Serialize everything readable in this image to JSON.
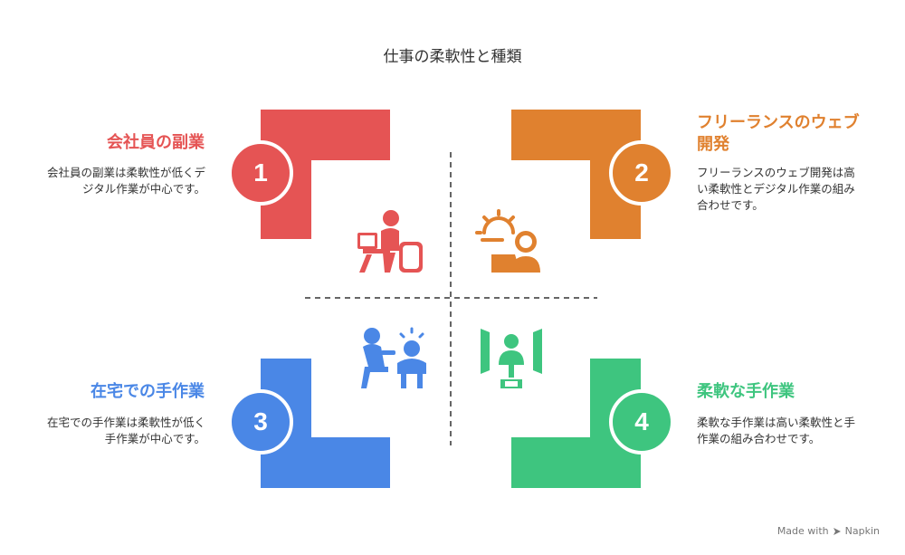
{
  "title": "仕事の柔軟性と種類",
  "colors": {
    "red": "#e55454",
    "orange": "#e0812f",
    "blue": "#4a87e6",
    "green": "#3ec57f"
  },
  "quadrants": [
    {
      "number": "1",
      "heading": "会社員の副業",
      "description": "会社員の副業は柔軟性が低くデジタル作業が中心です。",
      "icon": "desk-worker-icon"
    },
    {
      "number": "2",
      "heading": "フリーランスのウェブ開発",
      "description": "フリーランスのウェブ開発は高い柔軟性とデジタル作業の組み合わせです。",
      "icon": "outdoor-laptop-icon"
    },
    {
      "number": "3",
      "heading": "在宅での手作業",
      "description": "在宅での手作業は柔軟性が低く手作業が中心です。",
      "icon": "home-handcraft-icon"
    },
    {
      "number": "4",
      "heading": "柔軟な手作業",
      "description": "柔軟な手作業は高い柔軟性と手作業の組み合わせです。",
      "icon": "flexible-worker-icon"
    }
  ],
  "footer": {
    "made_with": "Made with",
    "brand": "Napkin"
  }
}
